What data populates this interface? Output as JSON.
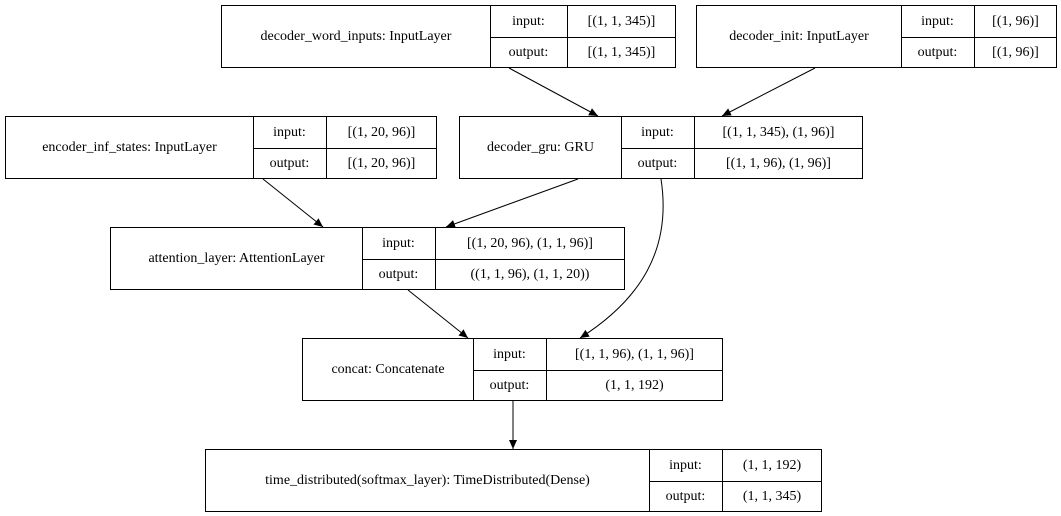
{
  "nodes": {
    "decoder_word_inputs": {
      "name": "decoder_word_inputs: InputLayer",
      "input_label": "input:",
      "output_label": "output:",
      "input": "[(1, 1, 345)]",
      "output": "[(1, 1, 345)]"
    },
    "decoder_init": {
      "name": "decoder_init: InputLayer",
      "input_label": "input:",
      "output_label": "output:",
      "input": "[(1, 96)]",
      "output": "[(1, 96)]"
    },
    "encoder_inf_states": {
      "name": "encoder_inf_states: InputLayer",
      "input_label": "input:",
      "output_label": "output:",
      "input": "[(1, 20, 96)]",
      "output": "[(1, 20, 96)]"
    },
    "decoder_gru": {
      "name": "decoder_gru: GRU",
      "input_label": "input:",
      "output_label": "output:",
      "input": "[(1, 1, 345), (1, 96)]",
      "output": "[(1, 1, 96), (1, 96)]"
    },
    "attention_layer": {
      "name": "attention_layer: AttentionLayer",
      "input_label": "input:",
      "output_label": "output:",
      "input": "[(1, 20, 96), (1, 1, 96)]",
      "output": "((1, 1, 96), (1, 1, 20))"
    },
    "concat": {
      "name": "concat: Concatenate",
      "input_label": "input:",
      "output_label": "output:",
      "input": "[(1, 1, 96), (1, 1, 96)]",
      "output": "(1, 1, 192)"
    },
    "time_distributed": {
      "name": "time_distributed(softmax_layer): TimeDistributed(Dense)",
      "input_label": "input:",
      "output_label": "output:",
      "input": "(1, 1, 192)",
      "output": "(1, 1, 345)"
    }
  },
  "edges": [
    {
      "from": "decoder_word_inputs",
      "to": "decoder_gru"
    },
    {
      "from": "decoder_init",
      "to": "decoder_gru"
    },
    {
      "from": "encoder_inf_states",
      "to": "attention_layer"
    },
    {
      "from": "decoder_gru",
      "to": "attention_layer"
    },
    {
      "from": "decoder_gru",
      "to": "concat"
    },
    {
      "from": "attention_layer",
      "to": "concat"
    },
    {
      "from": "concat",
      "to": "time_distributed"
    }
  ]
}
